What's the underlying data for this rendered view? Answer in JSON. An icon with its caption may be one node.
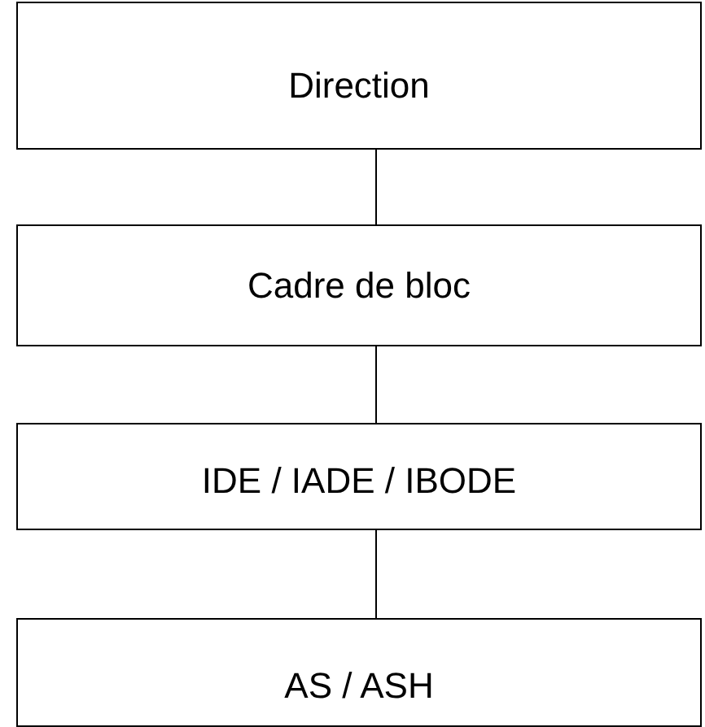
{
  "diagram": {
    "nodes": [
      {
        "text": [
          "Direction"
        ]
      },
      {
        "text": [
          "Cadre de bloc"
        ]
      },
      {
        "text": [
          "IDE / IADE / IBODE"
        ]
      },
      {
        "text": [
          "AS / ASH"
        ]
      }
    ],
    "edges": [
      {
        "from": 0,
        "to": 1,
        "arrow": "none"
      },
      {
        "from": 1,
        "to": 2,
        "arrow": "none"
      },
      {
        "from": 2,
        "to": 3,
        "arrow": "none"
      }
    ]
  }
}
